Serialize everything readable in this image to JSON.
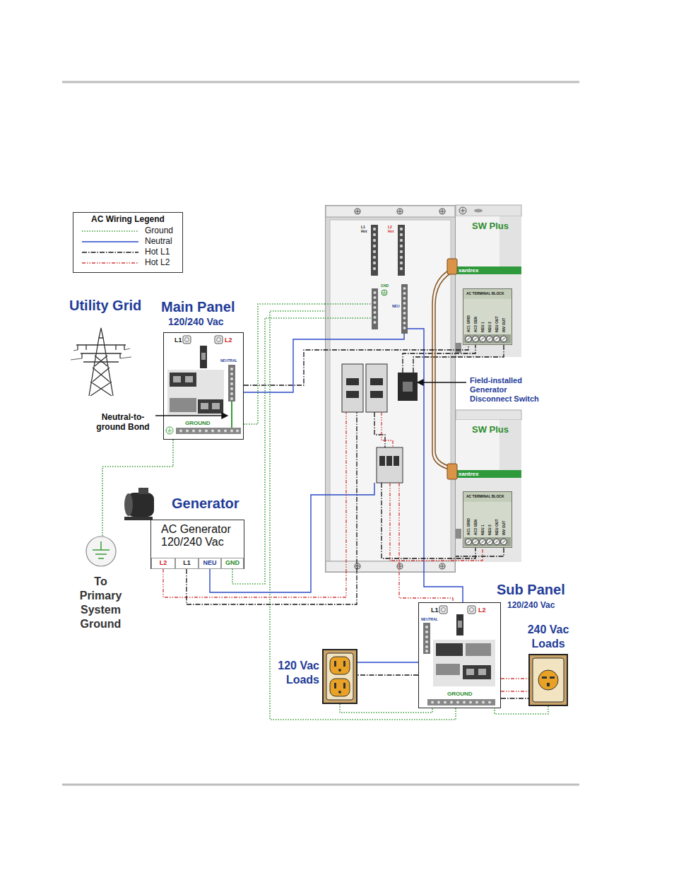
{
  "diagram": {
    "nodes": [
      {
        "text": [
          "Main Panel",
          "120/240 Vac",
          "L1",
          "L2",
          "NEUTRAL",
          "GROUND"
        ]
      },
      {
        "text": [
          "Generator",
          "AC Generator 120/240 Vac"
        ]
      },
      {
        "text": [
          "L2"
        ],
        "in": 1
      },
      {
        "text": [
          "L1"
        ],
        "in": 1
      },
      {
        "text": [
          "NEU"
        ],
        "in": 1
      },
      {
        "text": [
          "GND"
        ],
        "in": 1
      },
      {
        "text": [
          "L1 Hot",
          "L2 Hot",
          "GND",
          "NEU"
        ]
      },
      {
        "text": [
          "SW Plus",
          "xantrex"
        ]
      },
      {
        "text": [
          "AC TERMINAL BLOCK",
          "AC1 GRID",
          "AC2 GEN",
          "NEU 1",
          "NEU 2",
          "NEU OUT",
          "INV OUT"
        ],
        "in": 7
      },
      {
        "text": [
          "SW Plus",
          "xantrex"
        ]
      },
      {
        "text": [
          "AC TERMINAL BLOCK",
          "AC1 GRID",
          "AC2 GEN",
          "NEU 1",
          "NEU 2",
          "NEU OUT",
          "INV OUT"
        ],
        "in": 9
      },
      {
        "text": [
          "Sub Panel",
          "120/240 Vac",
          "L1",
          "L2",
          "NEUTRAL",
          "GROUND"
        ]
      },
      {
        "text": [
          "120 Vac Loads"
        ]
      },
      {
        "text": [
          "240 Vac Loads"
        ]
      }
    ],
    "edges": [
      {
        "from": 0,
        "to": 8,
        "arrow": "none"
      },
      {
        "from": 0,
        "to": 6,
        "arrow": "none"
      },
      {
        "from": 0,
        "to": 6,
        "arrow": "none"
      },
      {
        "from": 2,
        "to": 6,
        "arrow": "none"
      },
      {
        "from": 3,
        "to": 6,
        "arrow": "none"
      },
      {
        "from": 4,
        "to": 6,
        "arrow": "none"
      },
      {
        "from": 5,
        "to": 6,
        "arrow": "none"
      },
      {
        "from": 8,
        "to": 6,
        "arrow": "none"
      },
      {
        "from": 10,
        "to": 6,
        "arrow": "none"
      },
      {
        "from": 6,
        "to": 11,
        "arrow": "none"
      },
      {
        "from": 11,
        "to": 12,
        "arrow": "none"
      },
      {
        "from": 11,
        "to": 13,
        "arrow": "none"
      }
    ],
    "labels": [
      "AC Wiring Legend",
      "Utility Grid",
      "Neutral-to- ground Bond",
      "Field-installed Generator Disconnect Switch",
      "To Primary System Ground"
    ],
    "legend": [
      {
        "text": "Ground"
      },
      {
        "text": "Neutral"
      },
      {
        "text": "Hot L1"
      },
      {
        "text": "Hot L2"
      }
    ]
  }
}
